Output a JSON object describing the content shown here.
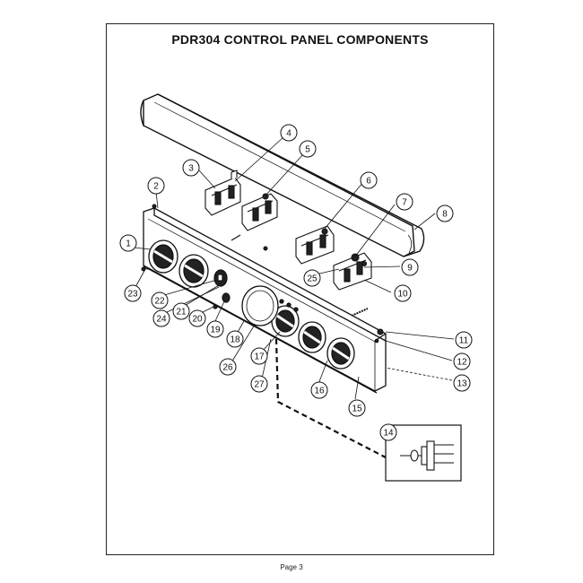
{
  "page": {
    "title": "PDR304 CONTROL PANEL COMPONENTS",
    "footer": "Page 3"
  },
  "callouts": [
    {
      "id": "1",
      "label": "1"
    },
    {
      "id": "2",
      "label": "2"
    },
    {
      "id": "3",
      "label": "3"
    },
    {
      "id": "4",
      "label": "4"
    },
    {
      "id": "5",
      "label": "5"
    },
    {
      "id": "6",
      "label": "6"
    },
    {
      "id": "7",
      "label": "7"
    },
    {
      "id": "8",
      "label": "8"
    },
    {
      "id": "9",
      "label": "9"
    },
    {
      "id": "10",
      "label": "10"
    },
    {
      "id": "11",
      "label": "11"
    },
    {
      "id": "12",
      "label": "12"
    },
    {
      "id": "13",
      "label": "13"
    },
    {
      "id": "14",
      "label": "14"
    },
    {
      "id": "15",
      "label": "15"
    },
    {
      "id": "16",
      "label": "16"
    },
    {
      "id": "17",
      "label": "17"
    },
    {
      "id": "18",
      "label": "18"
    },
    {
      "id": "19",
      "label": "19"
    },
    {
      "id": "20",
      "label": "20"
    },
    {
      "id": "21",
      "label": "21"
    },
    {
      "id": "22",
      "label": "22"
    },
    {
      "id": "23",
      "label": "23"
    },
    {
      "id": "24",
      "label": "24"
    },
    {
      "id": "25",
      "label": "25"
    },
    {
      "id": "26",
      "label": "26"
    },
    {
      "id": "27",
      "label": "27"
    }
  ]
}
